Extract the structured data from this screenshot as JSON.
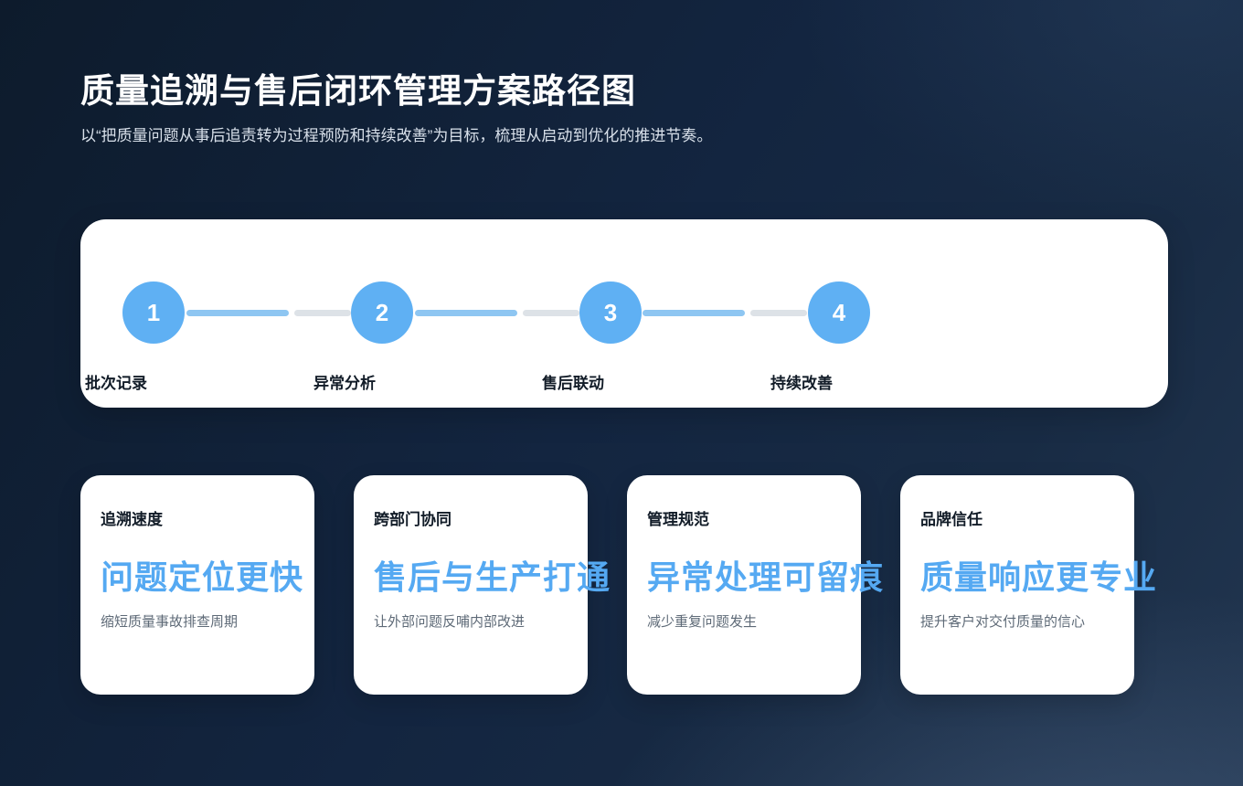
{
  "page": {
    "title": "质量追溯与售后闭环管理方案路径图",
    "subtitle": "以“把质量问题从事后追责转为过程预防和持续改善”为目标，梳理从启动到优化的推进节奏。"
  },
  "stepper": {
    "steps": [
      {
        "number": "1",
        "label": "批次记录"
      },
      {
        "number": "2",
        "label": "异常分析"
      },
      {
        "number": "3",
        "label": "售后联动"
      },
      {
        "number": "4",
        "label": "持续改善"
      }
    ]
  },
  "cards": [
    {
      "tag": "追溯速度",
      "headline": "问题定位更快",
      "description": "缩短质量事故排查周期"
    },
    {
      "tag": "跨部门协同",
      "headline": "售后与生产打通",
      "description": "让外部问题反哺内部改进"
    },
    {
      "tag": "管理规范",
      "headline": "异常处理可留痕",
      "description": "减少重复问题发生"
    },
    {
      "tag": "品牌信任",
      "headline": "质量响应更专业",
      "description": "提升客户对交付质量的信心"
    }
  ],
  "colors": {
    "step_circle_blue": "#5fb0f3",
    "connector_progress_blue": "#8ec6f2",
    "connector_track_gray": "#dde2e7",
    "headline_blue": "#55a9f2",
    "card_background": "#ffffff",
    "page_background_dark": "#132540"
  }
}
